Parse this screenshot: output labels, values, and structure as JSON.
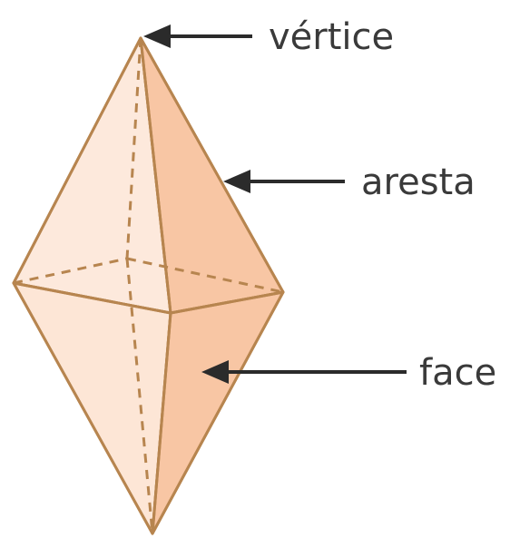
{
  "diagram": {
    "labels": {
      "vertex": "vértice",
      "edge": "aresta",
      "face": "face"
    },
    "colors": {
      "face_left": "#fde6d6",
      "face_right": "#f8c6a4",
      "face_upper_left": "#fde9dc",
      "edge_stroke": "#b7854f",
      "arrow": "#2b2b2b",
      "label": "#3a3a3a"
    }
  }
}
